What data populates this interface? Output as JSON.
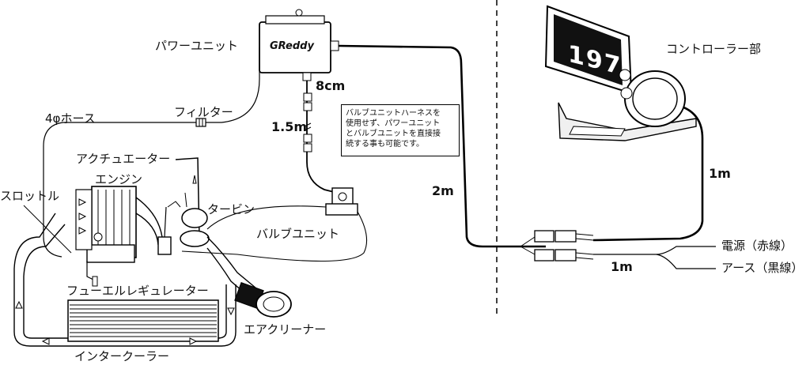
{
  "labels": {
    "power_unit": "パワーユニット",
    "brand_logo": "GReddy",
    "len_8cm": "8cm",
    "len_1_5m": "1.5m",
    "len_2m": "2m",
    "len_1m_top": "1m",
    "len_1m_bottom": "1m",
    "hose": "4φホース",
    "filter": "フィルター",
    "actuator": "アクチュエーター",
    "engine": "エンジン",
    "throttle": "スロットル",
    "turbine": "タービン",
    "valve_unit": "バルブユニット",
    "fuel_regulator": "フューエルレギュレーター",
    "intercooler": "インタークーラー",
    "air_cleaner": "エアクリーナー",
    "controller": "コントローラー部",
    "power": "電源（赤線）",
    "ground": "アース（黒線）"
  },
  "callout": {
    "lines": [
      "バルブユニットハーネスを",
      "使用せず、パワーユニット",
      "とバルブユニットを直接接",
      "続する事も可能です。"
    ]
  },
  "controller_display": {
    "value": "197"
  }
}
